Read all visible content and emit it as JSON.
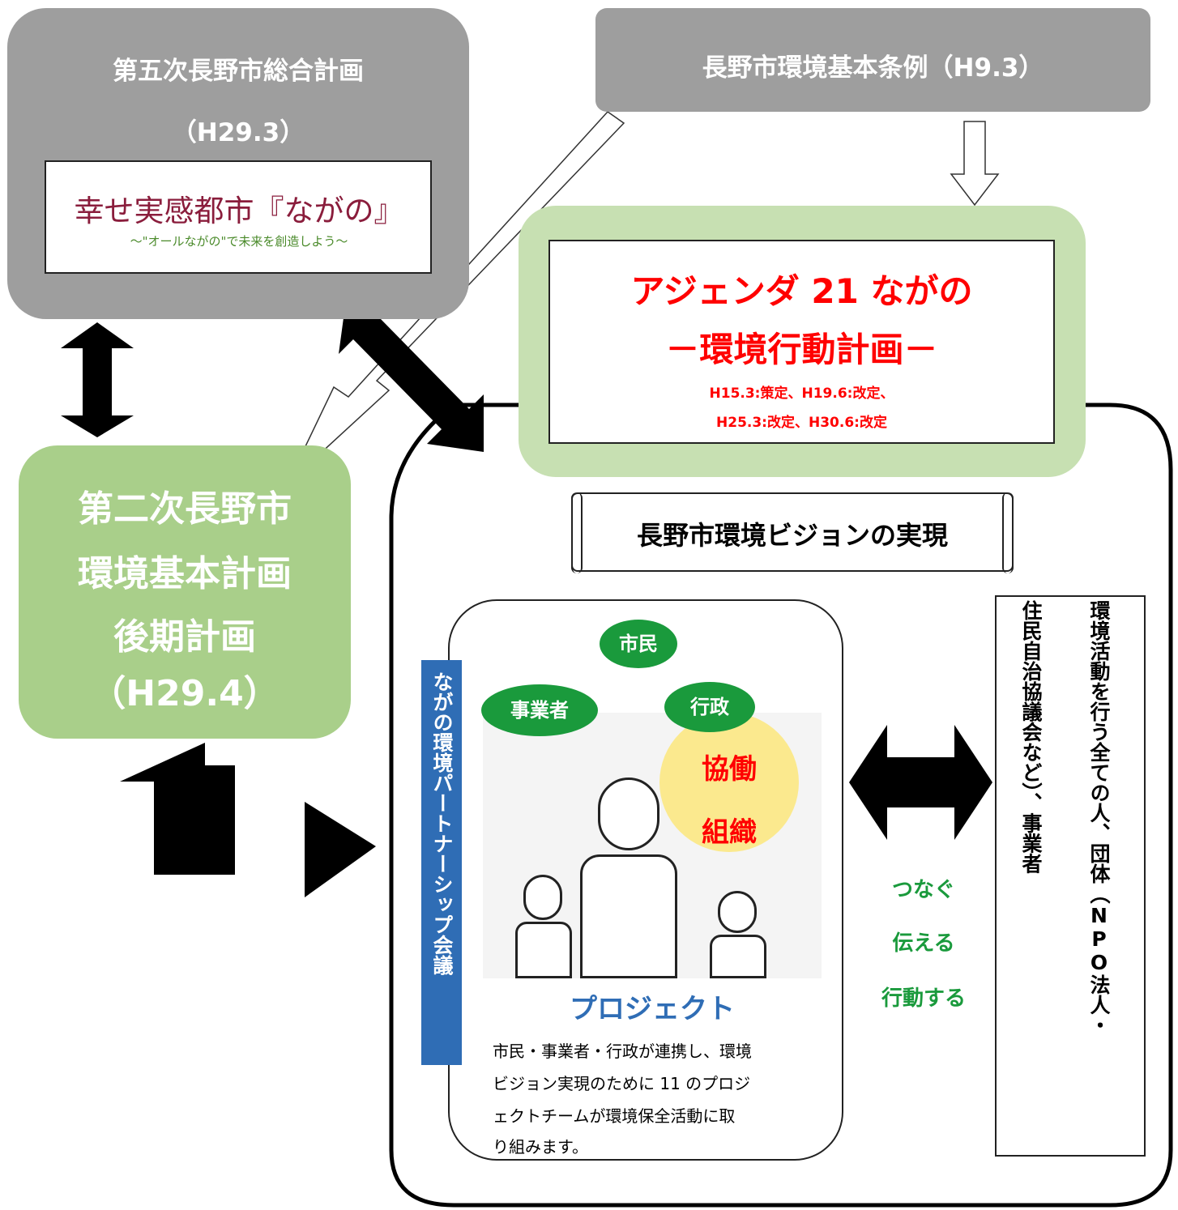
{
  "colors": {
    "gray": "#9e9e9e",
    "green": "#a9cf8a",
    "light_green": "#c7e0b2",
    "red": "#ff0000",
    "dark_green": "#1a9a3c",
    "blue_banner": "#2f6db5",
    "project_blue": "#2f6db5",
    "yellow": "#fbe98e",
    "node_green": "#1a9a3c"
  },
  "sogo_keikaku": {
    "title": "第五次長野市総合計画",
    "date": "（H29.3）",
    "logo": {
      "main": "幸せ実感都市『ながの』",
      "sub": "～\"オールながの\"で未来を創造しよう～"
    }
  },
  "jourei": {
    "title": "長野市環境基本条例（H9.3）"
  },
  "kankyo_kihon_keikaku": {
    "lines": [
      "第二次長野市",
      "環境基本計画",
      "後期計画",
      "（H29.4）"
    ]
  },
  "agenda": {
    "title_line1": "アジェンダ 21 ながの",
    "title_line2": "－環境行動計画－",
    "history_line1": "H15.3:策定、H19.6:改定、",
    "history_line2": "H25.3:改定、H30.6:改定"
  },
  "vision_scroll": {
    "text": "長野市環境ビジョンの実現"
  },
  "partnership": {
    "banner": "ながの環境パートナーシップ会議",
    "nodes": {
      "citizen": "市民",
      "business": "事業者",
      "government": "行政"
    },
    "kyodo_line1": "協働",
    "kyodo_line2": "組織",
    "project_title": "プロジェクト",
    "project_desc_lines": [
      "市民・事業者・行政が連携し、環境",
      "ビジョン実現のために 11 のプロジ",
      "ェクトチームが環境保全活動に取",
      "り組みます。"
    ]
  },
  "connect_words": [
    "つなぐ",
    "伝える",
    "行動する"
  ],
  "actors": {
    "col1": "環境活動を行う全ての人、団体（NPO法人・",
    "col2": "住民自治協議会など）、事業者"
  }
}
